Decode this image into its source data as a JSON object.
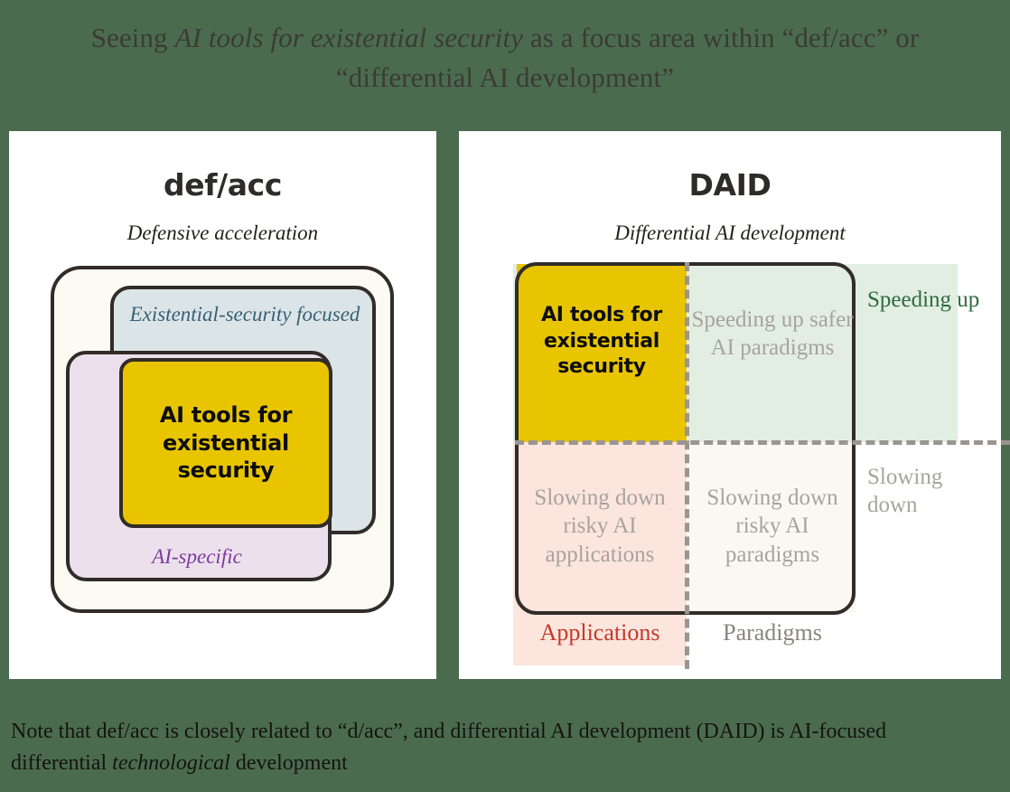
{
  "page": {
    "background_color": "#4b6b4f",
    "title_parts": {
      "before": "Seeing ",
      "italic1": "AI tools for existential security",
      "middle": " as a focus area within “def/acc” or “differential AI development”"
    },
    "title_full": "Seeing AI tools for existential security as a focus area within “def/acc” or “differential AI development”",
    "footnote_parts": {
      "before": "Note that def/acc is closely related to “d/acc”, and differential AI development (DAID) is AI-focused differential ",
      "italic": "technological",
      "after": " development"
    },
    "footnote_full": "Note that def/acc is closely related to “d/acc”, and differential AI development (DAID) is AI-focused differential technological development"
  },
  "left_panel": {
    "title": "def/acc",
    "subtitle": "Defensive acceleration",
    "boxes": {
      "outer_label": "",
      "outer_color": "#fbfaf3",
      "blue_label": "Existential-security focused",
      "blue_color": "#dbe4e7",
      "blue_text_color": "#376075",
      "purple_label": "AI-specific",
      "purple_color": "#ece0ec",
      "purple_text_color": "#7b3a9e",
      "highlight_label": "AI tools for existential security",
      "highlight_color": "#e8c500"
    }
  },
  "right_panel": {
    "title": "DAID",
    "subtitle": "Differential AI development",
    "quadrants": {
      "q1": "AI tools for existential security",
      "q2": "Speeding up safer AI paradigms",
      "q3": "Slowing down risky AI applications",
      "q4": "Slowing down risky AI paradigms"
    },
    "row_labels": {
      "top": "Speeding up",
      "bottom": "Slowing down"
    },
    "column_labels": {
      "left": "Applications",
      "right": "Paradigms"
    },
    "colors": {
      "highlight": "#e8c500",
      "speeding_band": "#e2eee2",
      "applications_band": "#fbe5dd",
      "paradigms_slowing": "#faf8f1",
      "speeding_text": "#2f6b40",
      "applications_text": "#c4392a",
      "muted_text": "#a8a39e"
    }
  }
}
